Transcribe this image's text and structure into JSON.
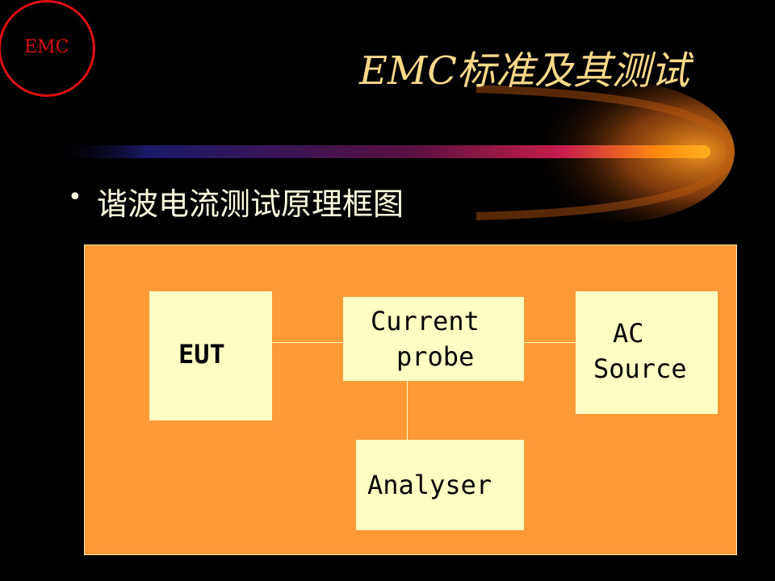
{
  "logo": {
    "text": "EMC"
  },
  "title": "EMC标准及其测试",
  "bullet": {
    "symbol": "•",
    "text": "谐波电流测试原理框图"
  },
  "diagram": {
    "eut_label": "EUT",
    "probe_line1": "Current",
    "probe_line2": "probe",
    "ac_line1": "AC",
    "ac_line2": "Source",
    "analyser_label": "Analyser"
  },
  "colors": {
    "background": "#000000",
    "panel": "#ff9a36",
    "box": "#ffffc4",
    "title": "#ffd98a",
    "logo": "#e01010"
  }
}
